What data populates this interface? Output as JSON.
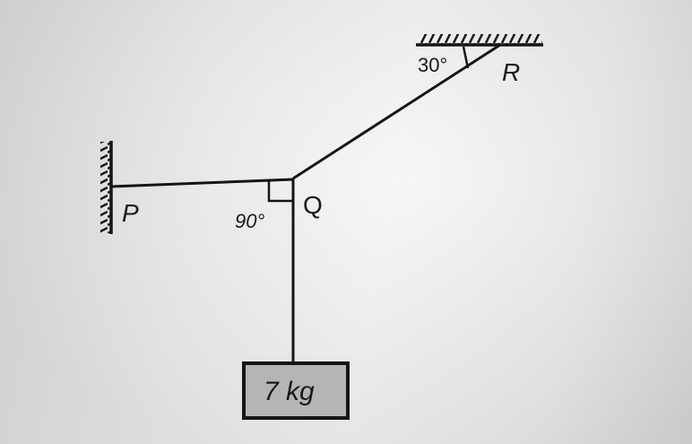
{
  "diagram": {
    "points": {
      "P": {
        "label": "P"
      },
      "Q": {
        "label": "Q"
      },
      "R": {
        "label": "R"
      }
    },
    "angles": {
      "at_R": "30°",
      "at_Q": "90°"
    },
    "mass": {
      "label": "7 kg",
      "fill_color": "#b5b5b5"
    },
    "colors": {
      "ink": "#151515",
      "paper": "#ececec"
    }
  }
}
